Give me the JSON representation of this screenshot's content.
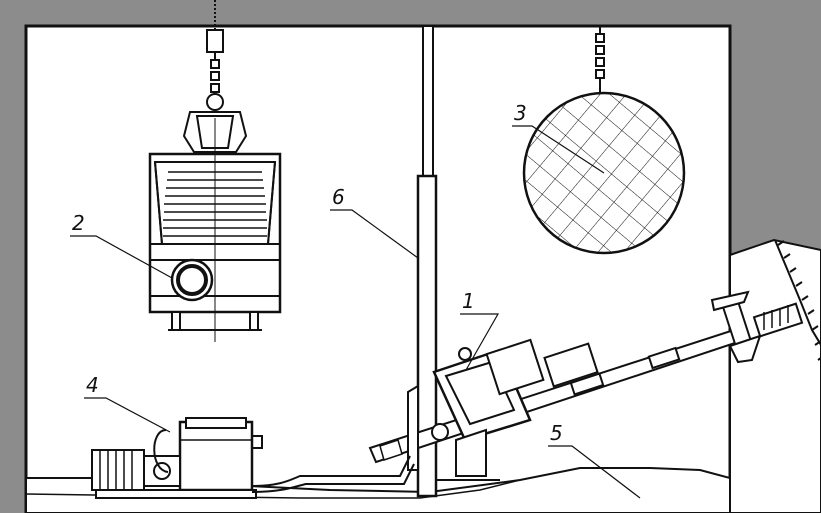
{
  "diagram": {
    "callouts": [
      {
        "id": "drilling-rig",
        "label": "1"
      },
      {
        "id": "hanging-cage",
        "label": "2"
      },
      {
        "id": "wrecking-ball",
        "label": "3"
      },
      {
        "id": "power-unit",
        "label": "4"
      },
      {
        "id": "rock-surface",
        "label": "5"
      },
      {
        "id": "vertical-pipe",
        "label": "6"
      }
    ],
    "colors": {
      "frame": "#8c8c8c",
      "background": "#ffffff",
      "line": "#111111"
    }
  }
}
